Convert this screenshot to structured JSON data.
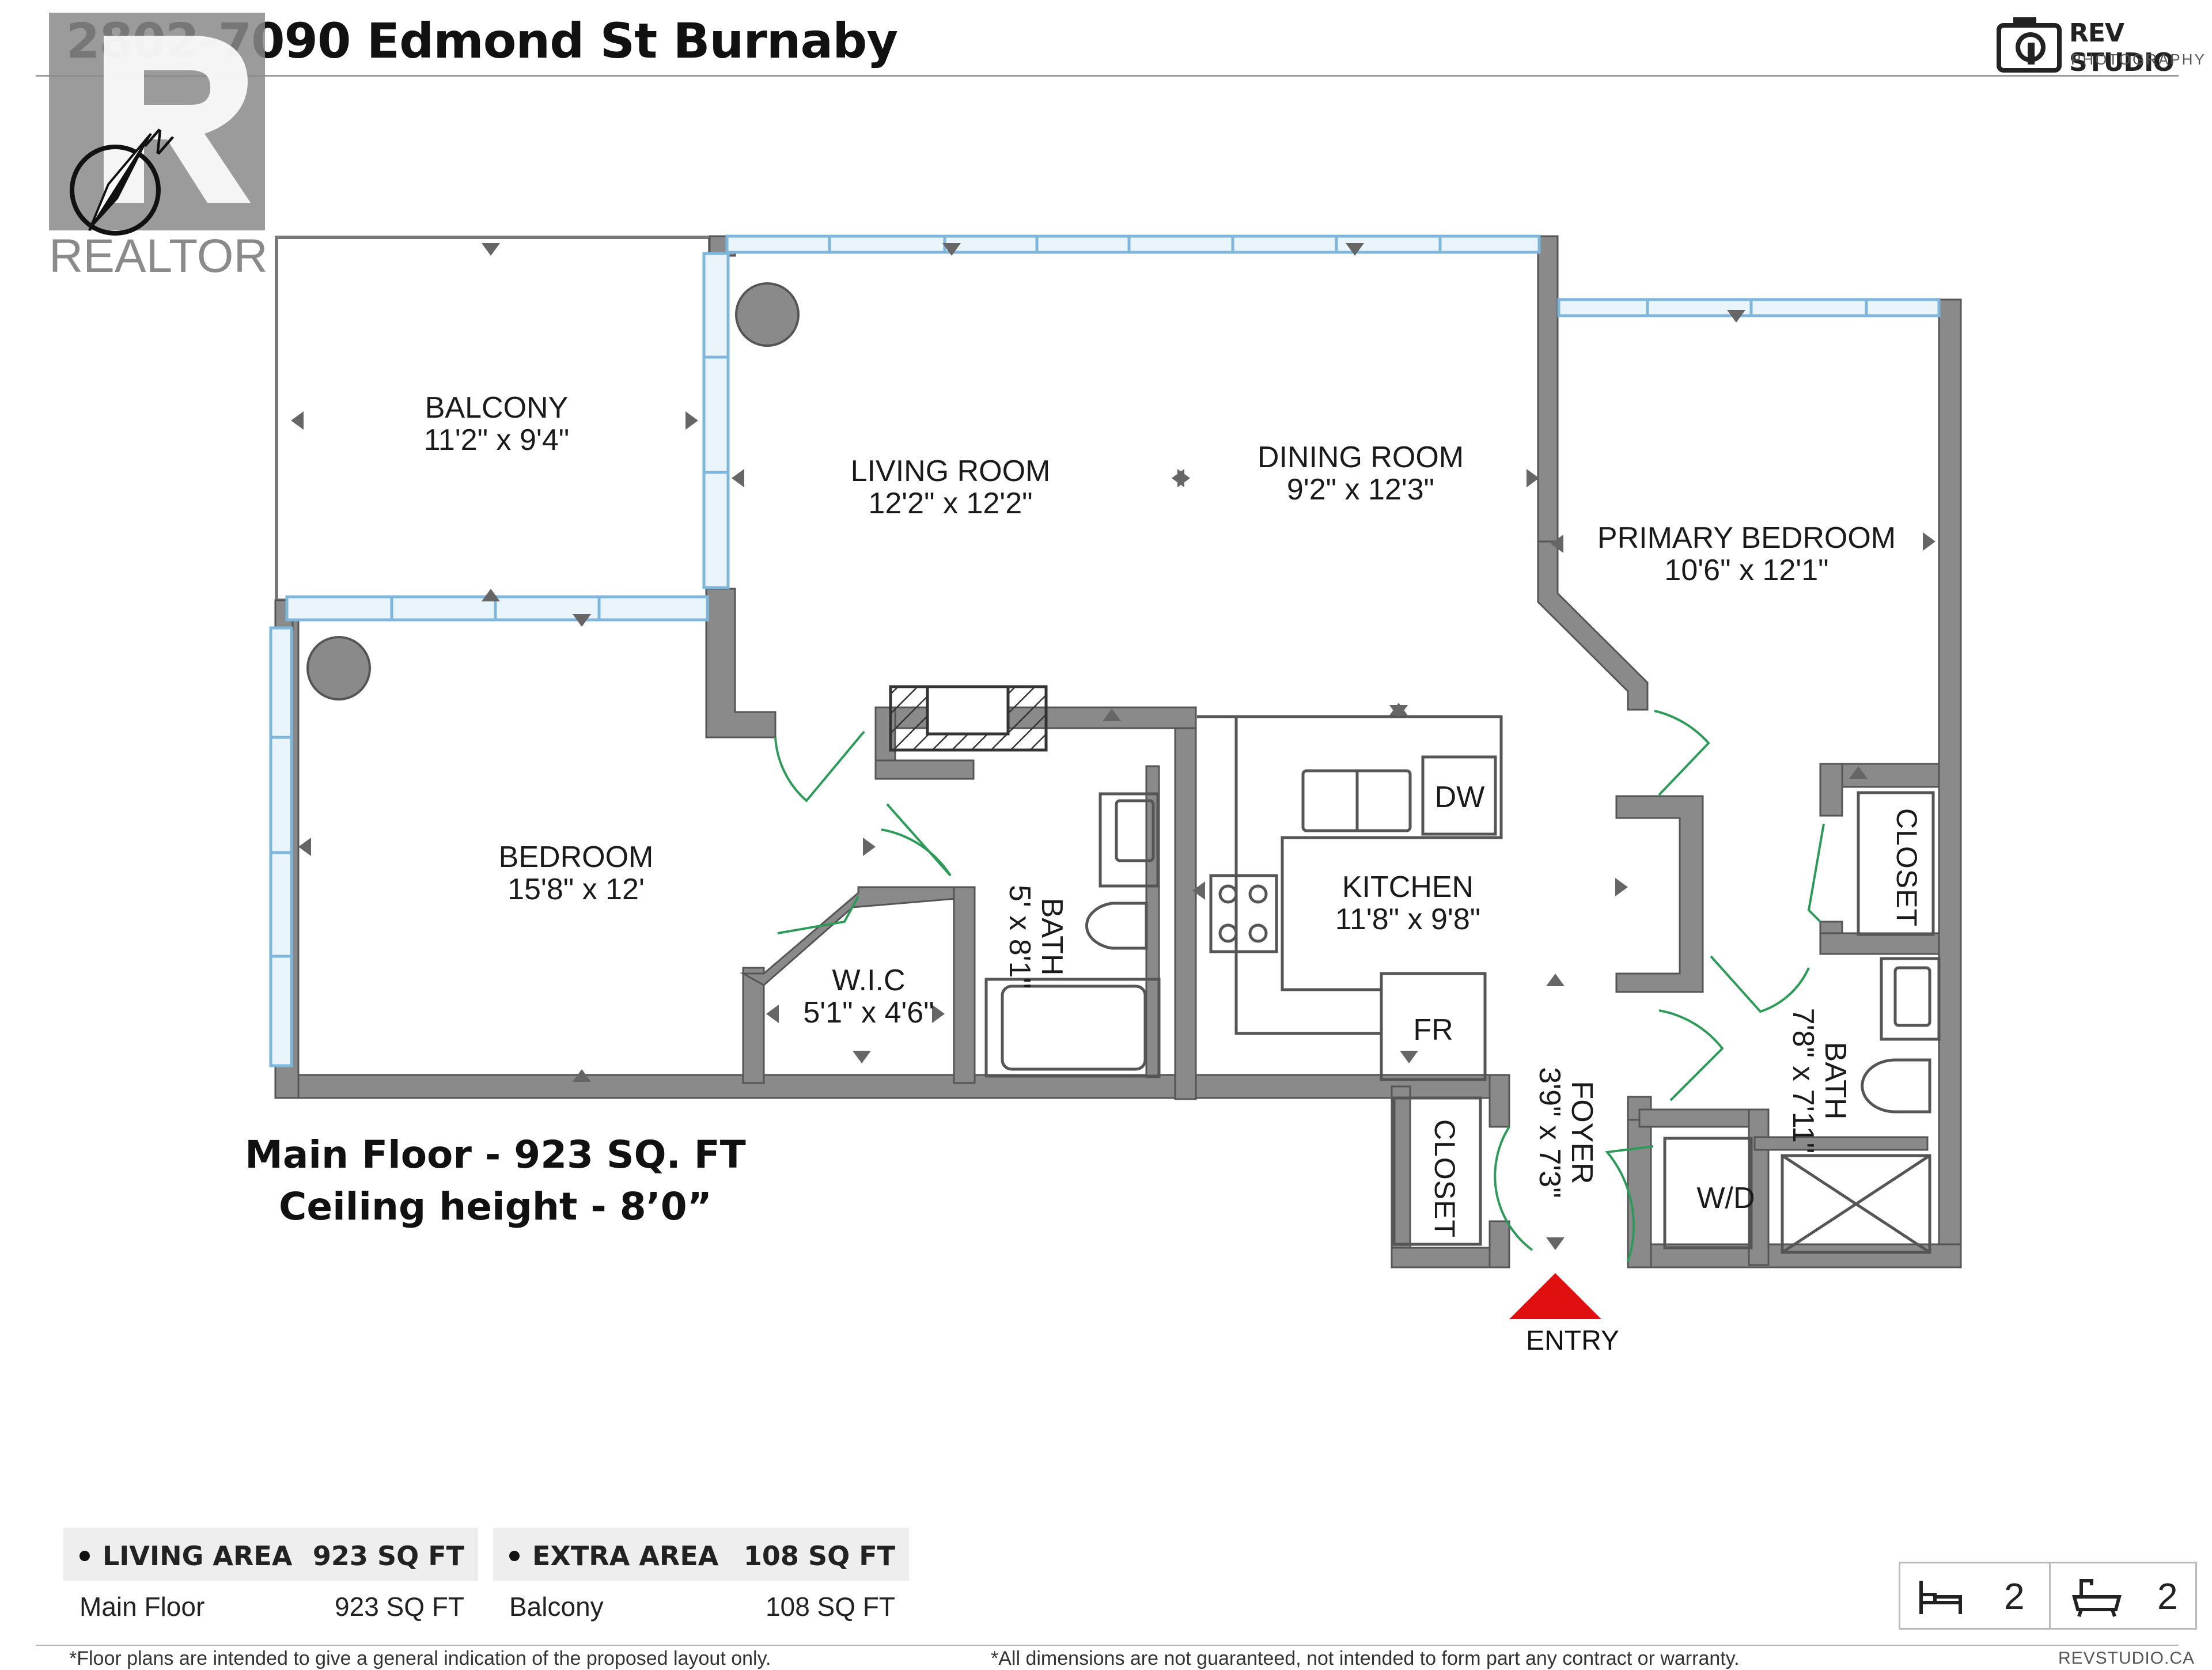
{
  "header": {
    "address": "2802-7090 Edmond St Burnaby",
    "studio_name": "REV STUDIO",
    "studio_sub": "PHOTOGRAPHY",
    "realtor_text": "REALTOR",
    "north_mark": "N"
  },
  "rooms": [
    {
      "key": "balcony",
      "name": "BALCONY",
      "dims": "11'2\" x 9'4\""
    },
    {
      "key": "living",
      "name": "LIVING ROOM",
      "dims": "12'2\" x 12'2\""
    },
    {
      "key": "dining",
      "name": "DINING ROOM",
      "dims": "9'2\" x 12'3\""
    },
    {
      "key": "primary",
      "name": "PRIMARY BEDROOM",
      "dims": "10'6\" x 12'1\""
    },
    {
      "key": "bedroom",
      "name": "BEDROOM",
      "dims": "15'8\" x 12'"
    },
    {
      "key": "kitchen",
      "name": "KITCHEN",
      "dims": "11'8\" x 9'8\""
    },
    {
      "key": "wic",
      "name": "W.I.C",
      "dims": "5'1\" x 4'6\""
    },
    {
      "key": "bath1",
      "name": "BATH",
      "dims": "5' x 8'1\""
    },
    {
      "key": "foyer",
      "name": "FOYER",
      "dims": "3'9\" x 7'3\""
    },
    {
      "key": "bath2",
      "name": "BATH",
      "dims": "7'8\" x 7'11\""
    }
  ],
  "fixtures": {
    "dw": "DW",
    "fr": "FR",
    "wd": "W/D",
    "closet": "CLOSET"
  },
  "entry_label": "ENTRY",
  "floor_summary": {
    "line1": "Main Floor - 923 SQ. FT",
    "line2": "Ceiling height - 8’0”"
  },
  "area_tables": [
    {
      "header_label": "LIVING AREA",
      "header_value": "923 SQ FT",
      "row_label": "Main Floor",
      "row_value": "923 SQ FT"
    },
    {
      "header_label": "EXTRA AREA",
      "header_value": "108 SQ FT",
      "row_label": "Balcony",
      "row_value": "108 SQ FT"
    }
  ],
  "counts": {
    "bedrooms": "2",
    "bathrooms": "2"
  },
  "footer": {
    "left": "*Floor plans are intended to give a general indication of the proposed layout only.",
    "right": "*All dimensions are not guaranteed, not intended to form part any contract or warranty.",
    "site": "REVSTUDIO.CA"
  },
  "colors": {
    "wall": "#888888",
    "wall_edge": "#555555",
    "window": "#8fc0e0",
    "door": "#2e9a5a",
    "entry_arrow": "#e01010"
  }
}
